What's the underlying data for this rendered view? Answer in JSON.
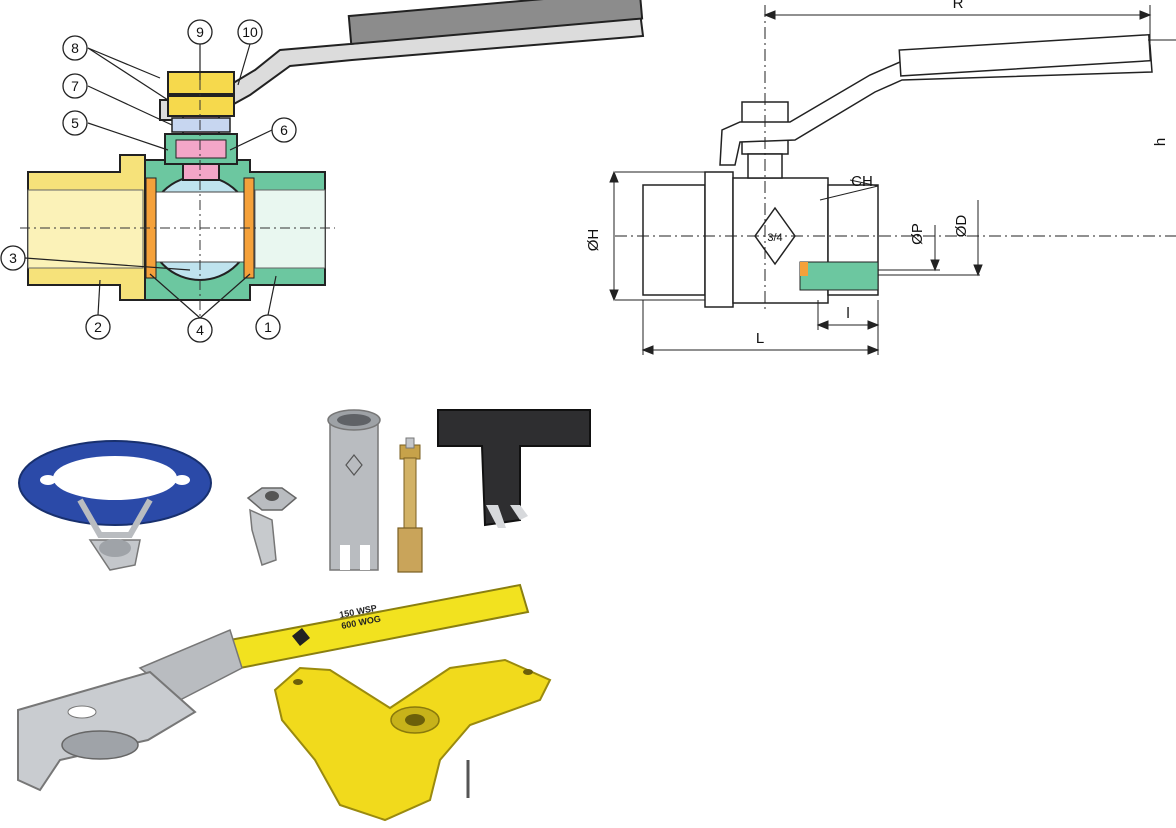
{
  "section_view": {
    "callouts": [
      "1",
      "2",
      "3",
      "4",
      "5",
      "6",
      "7",
      "8",
      "9",
      "10"
    ],
    "colors": {
      "body_green": "#6cc7a0",
      "nut_yellow": "#f6e27a",
      "stem_pink": "#f3a6c8",
      "ball_blue": "#bfe3ee",
      "seat_orange": "#f5a13a",
      "handle_grey": "#8c8c8c"
    }
  },
  "dimension_view": {
    "labels": {
      "R": "R",
      "h": "h",
      "CH": "CH",
      "OH": "ØH",
      "OP": "ØP",
      "OD": "ØD",
      "l": "l",
      "L": "L",
      "size_mark": "3/4"
    }
  },
  "accessories": {
    "lever_text_line1": "150 WSP",
    "lever_text_line2": "600 WOG",
    "colors": {
      "handwheel_blue": "#2b4aa8",
      "lever_yellow": "#f2e21f",
      "butterfly_yellow": "#f1da1c",
      "metal": "#b9bcc0",
      "brass": "#c9a45a",
      "dark_key": "#2e2e30"
    }
  }
}
